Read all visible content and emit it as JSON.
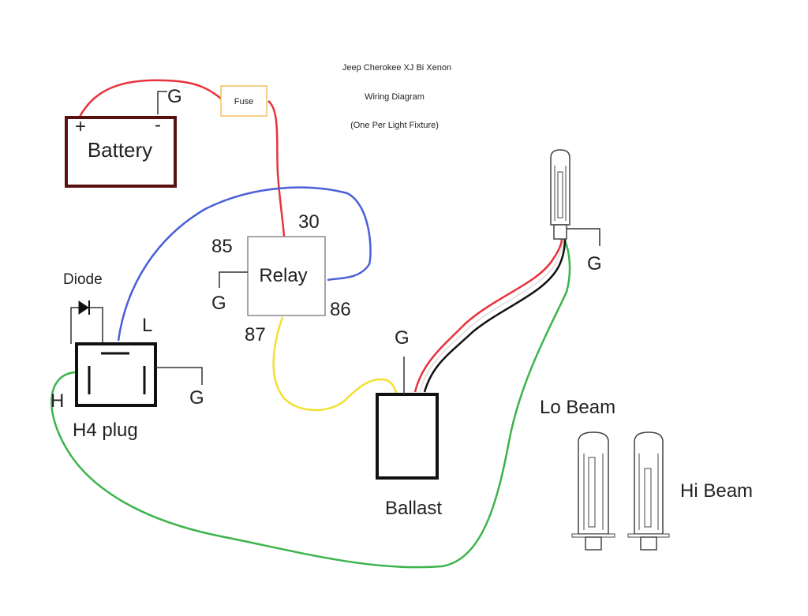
{
  "title": {
    "line1": "Jeep Cherokee XJ Bi Xenon",
    "line2": "Wiring Diagram",
    "line3": "(One Per Light Fixture)"
  },
  "battery": {
    "label": "Battery",
    "plus": "+",
    "minus": "-",
    "ground": "G"
  },
  "fuse": {
    "label": "Fuse"
  },
  "relay": {
    "label": "Relay",
    "pin30": "30",
    "pin85": "85",
    "pin86": "86",
    "pin87": "87",
    "ground": "G"
  },
  "diode": {
    "label": "Diode"
  },
  "h4plug": {
    "label": "H4 plug",
    "low": "L",
    "high": "H",
    "ground": "G"
  },
  "ballast": {
    "label": "Ballast",
    "ground": "G"
  },
  "bulb": {
    "ground": "G"
  },
  "legend": {
    "lo_beam": "Lo Beam",
    "hi_beam": "Hi Beam"
  },
  "colors": {
    "red": "#e8323c",
    "blue": "#4a5fd8",
    "yellow": "#f2e030",
    "green": "#3cb44b",
    "black": "#111111",
    "battery_border": "#5a1010",
    "fuse_border": "#f0c060"
  }
}
